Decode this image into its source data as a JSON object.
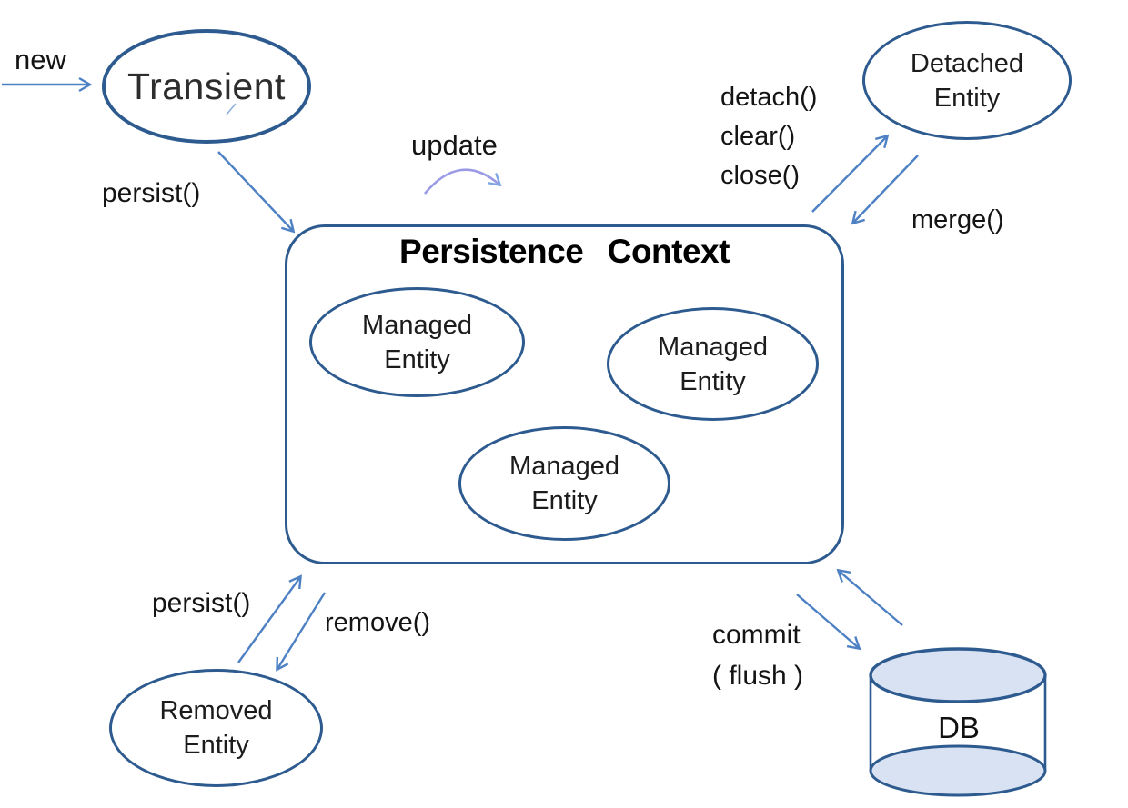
{
  "diagram": {
    "title": "Persistence Context",
    "nodes": {
      "transient": {
        "label": "Transient"
      },
      "detached": {
        "line1": "Detached",
        "line2": "Entity"
      },
      "managed": {
        "line1": "Managed",
        "line2": "Entity"
      },
      "removed": {
        "line1": "Removed",
        "line2": "Entity"
      },
      "db": {
        "label": "DB"
      }
    },
    "labels": {
      "new": "new",
      "persist_transient": "persist()",
      "update": "update",
      "detach": "detach()",
      "clear": "clear()",
      "close": "close()",
      "merge": "merge()",
      "persist_removed": "persist()",
      "remove": "remove()",
      "commit": "commit",
      "flush": "( flush )"
    },
    "colors": {
      "node_border": "#2e5b8f",
      "arrow": "#4e81c4",
      "update_arrow": "#9a9ae6",
      "db_fill": "#d9e2f2",
      "label_text": "#141414",
      "title_text": "#000000"
    }
  }
}
